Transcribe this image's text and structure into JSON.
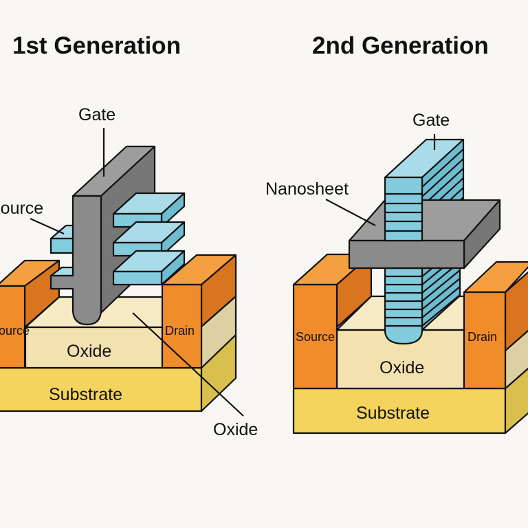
{
  "colors": {
    "background": "#f8f7f4",
    "orange_front": "#f08c2a",
    "orange_top": "#f5a040",
    "orange_side": "#d9741f",
    "oxide_front": "#f3e2b0",
    "oxide_top": "#f7ebc6",
    "oxide_side": "#ddd1a3",
    "substrate_front": "#f4d35e",
    "substrate_side": "#d9bf4e",
    "gate_gray_front": "#8b8b8b",
    "gate_gray_top": "#9d9d9d",
    "gate_gray_side": "#777777",
    "sheet_blue_front": "#82ccde",
    "sheet_blue_top": "#a9dbe8",
    "sheet_blue_side": "#6dbccf"
  },
  "panels": [
    {
      "title": "1st Generation",
      "labels": {
        "gate": "Gate",
        "source_callout": "Source",
        "source_block": "Source",
        "drain": "Drain",
        "oxide_inner": "Oxide",
        "oxide_callout": "Oxide",
        "substrate": "Substrate"
      }
    },
    {
      "title": "2nd Generation",
      "labels": {
        "gate": "Gate",
        "nanosheet": "Nanosheet",
        "source_block": "Source",
        "drain": "Drain",
        "oxide_inner": "Oxide",
        "substrate": "Substrate"
      }
    }
  ]
}
